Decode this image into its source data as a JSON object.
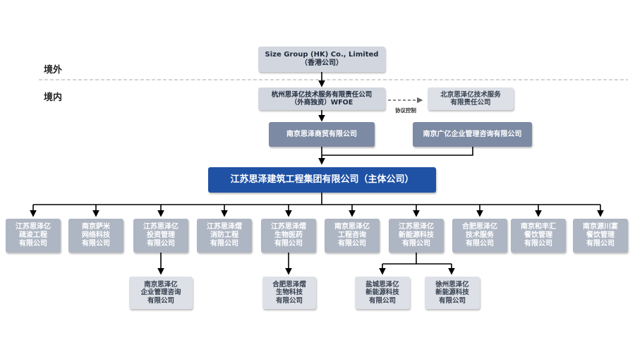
{
  "region_labels": {
    "overseas": "境外",
    "domestic": "境内"
  },
  "hk": {
    "line1": "Size Group (HK) Co., Limited",
    "line2": "（香港公司）"
  },
  "wfoe": {
    "line1": "杭州思泽亿技术服务有限责任公司",
    "line2": "（外商独资）WFOE"
  },
  "beijing": {
    "line1": "北京思泽亿技术服务",
    "line2": "有限责任公司"
  },
  "control_note": "协议控制",
  "shangmao": "南京思泽商贸有限公司",
  "guangyi": "南京广亿企业管理咨询有限公司",
  "main_company": "江苏思泽建筑工程集团有限公司（主体公司）",
  "subsidiaries": [
    {
      "l1": "江苏思泽亿",
      "l2": "疏浚工程",
      "l3": "有限公司"
    },
    {
      "l1": "南京萨米",
      "l2": "网络科技",
      "l3": "有限公司"
    },
    {
      "l1": "江苏思泽亿",
      "l2": "投资管理",
      "l3": "有限公司"
    },
    {
      "l1": "江苏思泽熠",
      "l2": "消防工程",
      "l3": "有限公司"
    },
    {
      "l1": "江苏思泽熠",
      "l2": "生物医药",
      "l3": "有限公司"
    },
    {
      "l1": "南京思泽亿",
      "l2": "工程咨询",
      "l3": "有限公司"
    },
    {
      "l1": "江苏思泽亿",
      "l2": "新能源科技",
      "l3": "有限公司"
    },
    {
      "l1": "合肥思泽亿",
      "l2": "技术服务",
      "l3": "有限公司"
    },
    {
      "l1": "南京和丰汇",
      "l2": "餐饮管理",
      "l3": "有限公司"
    },
    {
      "l1": "南京源川宴",
      "l2": "餐饮管理",
      "l3": "有限公司"
    }
  ],
  "subsubs": [
    {
      "l1": "南京思泽亿",
      "l2": "企业管理咨询",
      "l3": "有限公司"
    },
    {
      "l1": "合肥思泽熠",
      "l2": "生物科技",
      "l3": "有限公司"
    },
    {
      "l1": "盐城思泽亿",
      "l2": "新能源科技",
      "l3": "有限公司"
    },
    {
      "l1": "徐州思泽亿",
      "l2": "新能源科技",
      "l3": "有限公司"
    }
  ],
  "colors": {
    "line": "#000000",
    "dash": "#999999"
  }
}
